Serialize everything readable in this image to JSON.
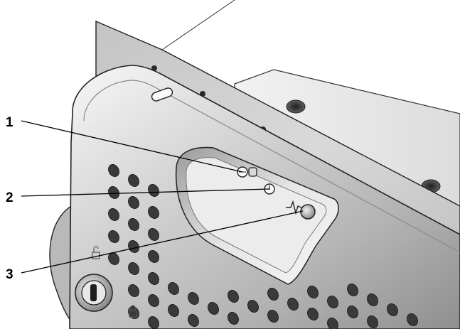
{
  "callouts": [
    {
      "label": "1",
      "target": "hard-drive-activity-indicator"
    },
    {
      "label": "2",
      "target": "power-indicator"
    },
    {
      "label": "3",
      "target": "system-status-indicator"
    }
  ],
  "icons": {
    "indicator_1": "hard-drive-activity-icon",
    "indicator_2": "power-icon",
    "indicator_3": "system-status-icon",
    "lock": "padlock-icon",
    "key": "key-lock-icon"
  },
  "colors": {
    "bezel_light": "#f4f4f4",
    "bezel_mid": "#c9c9c9",
    "bezel_dark": "#8c8c8c",
    "vent_hole": "#3a3a3a",
    "outline": "#222222"
  }
}
